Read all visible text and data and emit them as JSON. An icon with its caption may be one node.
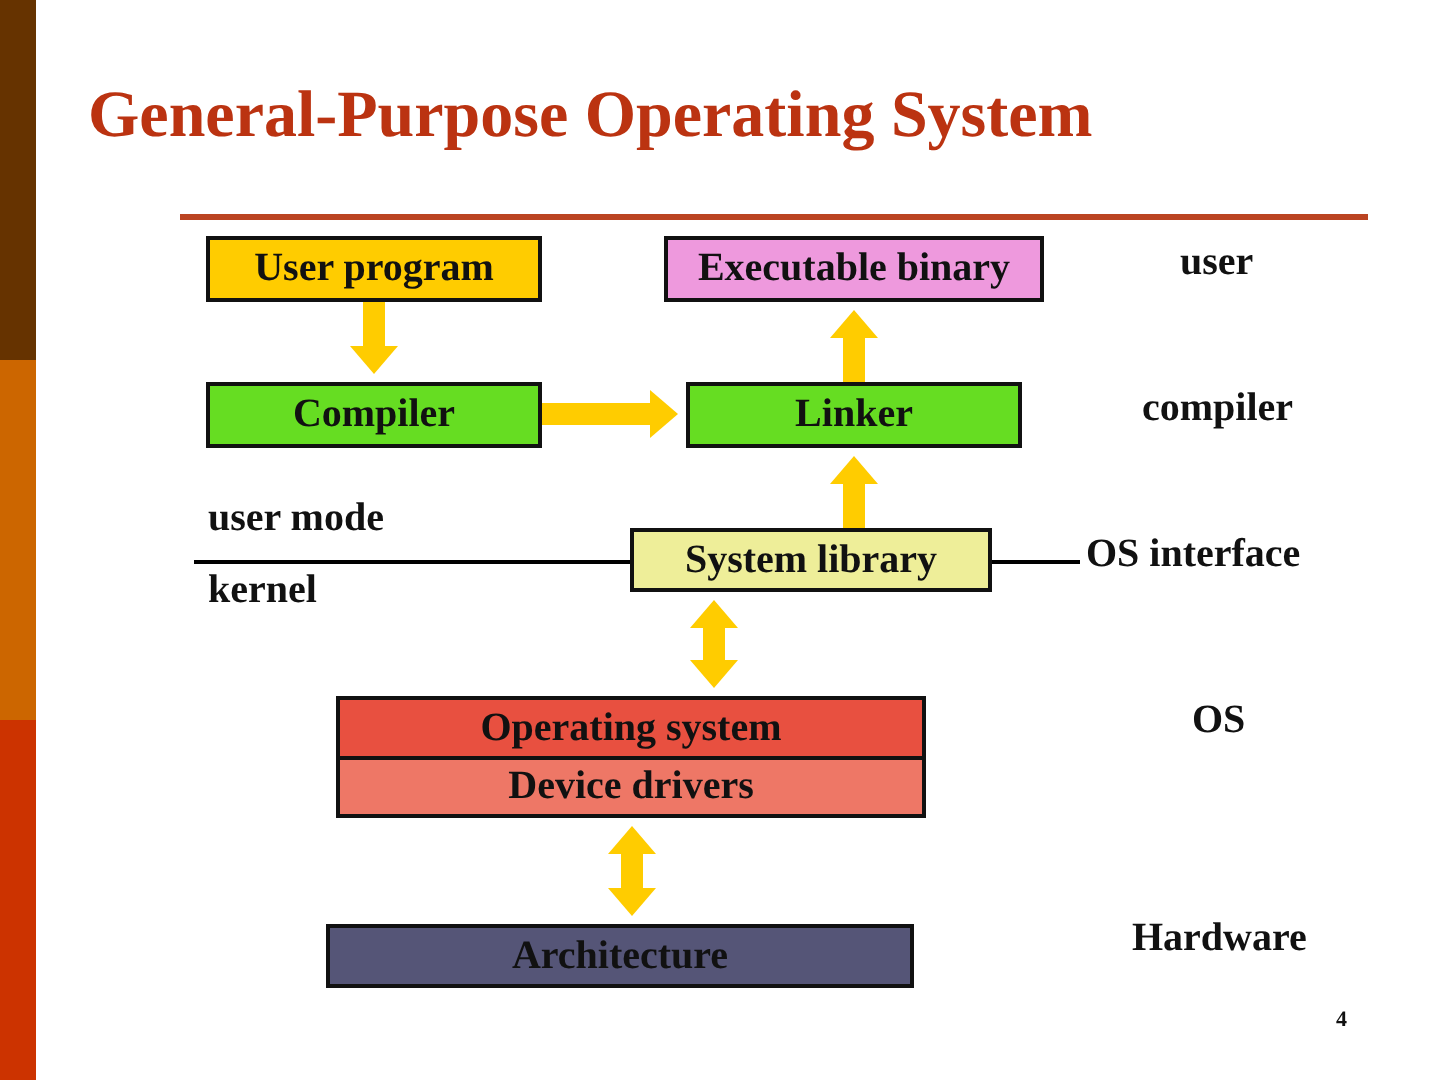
{
  "diagram": {
    "title": "General-Purpose Operating System",
    "nodes": [
      {
        "text": [
          "User program"
        ]
      },
      {
        "text": [
          "Executable binary"
        ]
      },
      {
        "text": [
          "Compiler"
        ]
      },
      {
        "text": [
          "Linker"
        ]
      },
      {
        "text": [
          "System library"
        ]
      },
      {
        "text": [
          "Operating system"
        ]
      },
      {
        "text": [
          "Device drivers"
        ]
      },
      {
        "text": [
          "Architecture"
        ]
      }
    ],
    "edges": [
      {
        "from": 0,
        "to": 2,
        "arrow": "to"
      },
      {
        "from": 2,
        "to": 3,
        "arrow": "to"
      },
      {
        "from": 3,
        "to": 1,
        "arrow": "to"
      },
      {
        "from": 4,
        "to": 3,
        "arrow": "to"
      },
      {
        "from": 4,
        "to": 5,
        "arrow": "both"
      },
      {
        "from": 6,
        "to": 7,
        "arrow": "both"
      }
    ],
    "labels": [
      "user",
      "compiler",
      "user mode",
      "kernel",
      "OS interface",
      "OS",
      "Hardware",
      "4"
    ]
  }
}
